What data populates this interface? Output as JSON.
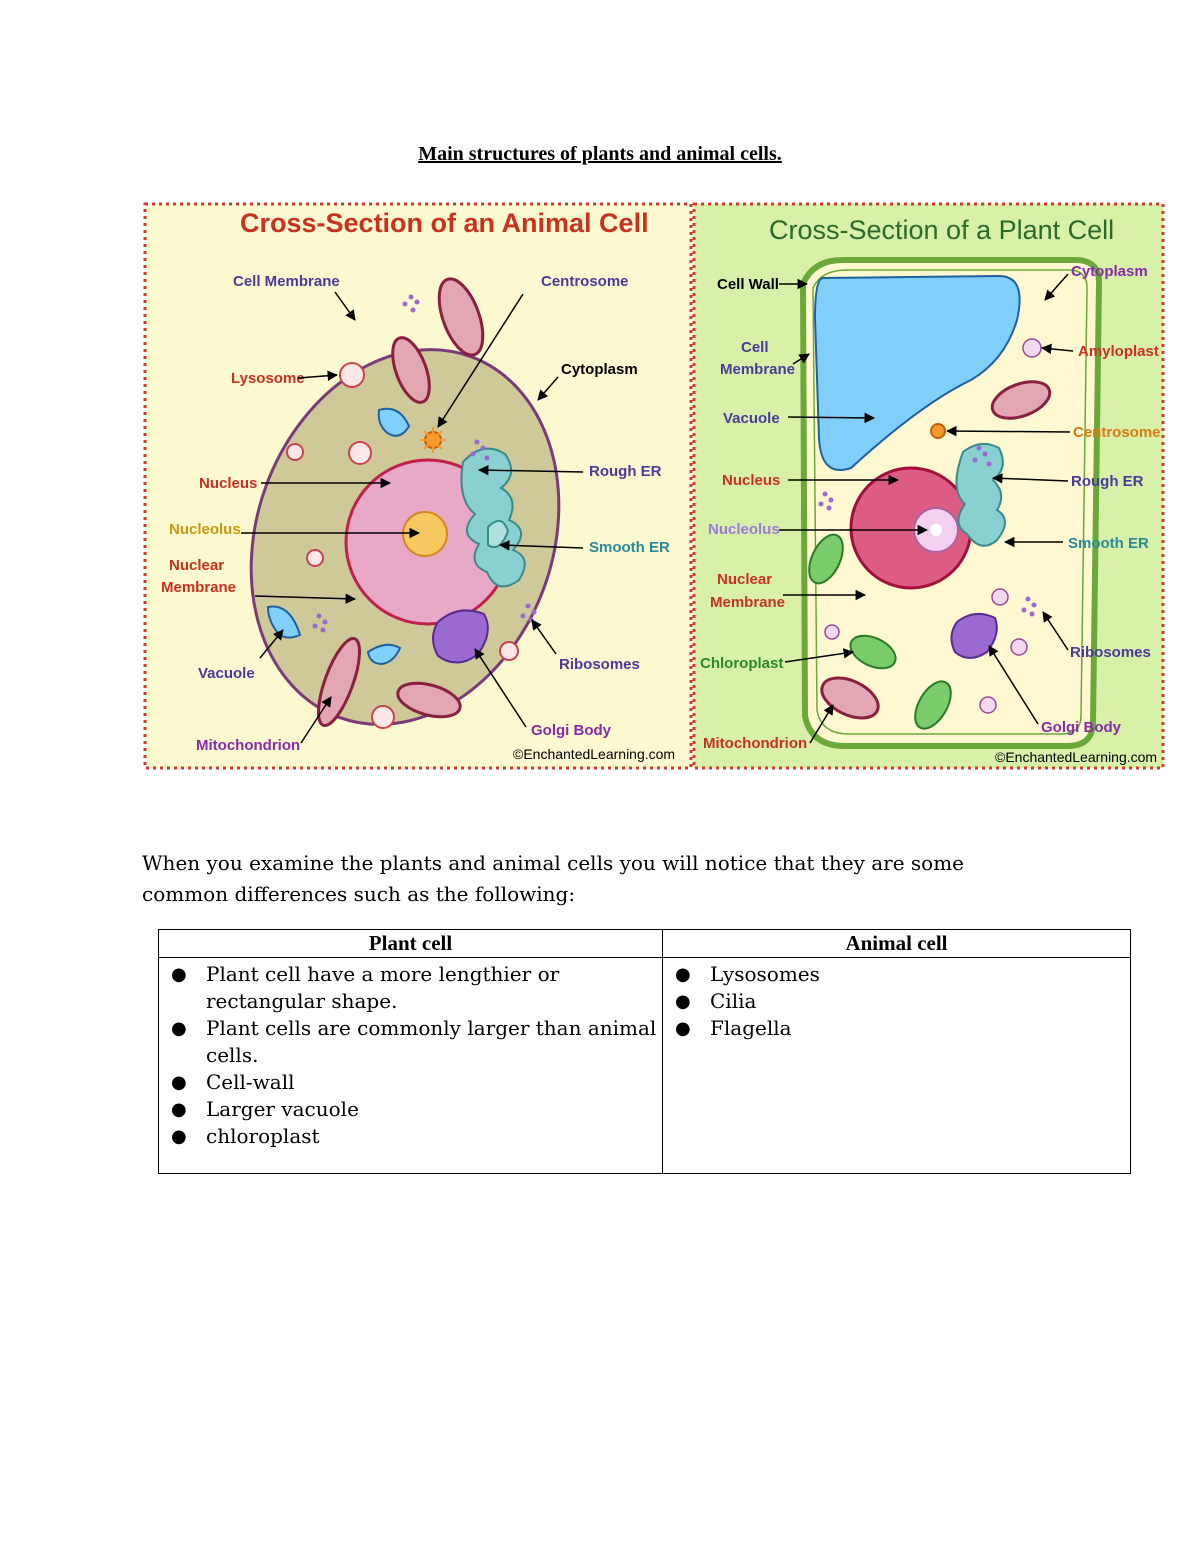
{
  "title": "Main structures of plants and animal cells.",
  "figure": {
    "animal": {
      "heading": "Cross-Section of an Animal Cell",
      "labels": {
        "cell_membrane": "Cell Membrane",
        "centrosome": "Centrosome",
        "lysosome": "Lysosome",
        "cytoplasm": "Cytoplasm",
        "nucleus": "Nucleus",
        "rough_er": "Rough ER",
        "nucleolus": "Nucleolus",
        "smooth_er": "Smooth ER",
        "nuclear": "Nuclear",
        "membrane": "Membrane",
        "vacuole": "Vacuole",
        "ribosomes": "Ribosomes",
        "golgi": "Golgi Body",
        "mitochondrion": "Mitochondrion",
        "credit": "©EnchantedLearning.com"
      }
    },
    "plant": {
      "heading": "Cross-Section of a Plant Cell",
      "labels": {
        "cell_wall": "Cell Wall",
        "cytoplasm": "Cytoplasm",
        "cell": "Cell",
        "membrane": "Membrane",
        "amyloplast": "Amyloplast",
        "vacuole": "Vacuole",
        "centrosome": "Centrosome",
        "nucleus": "Nucleus",
        "rough_er": "Rough ER",
        "nucleolus": "Nucleolus",
        "smooth_er": "Smooth ER",
        "nuclear": "Nuclear",
        "nuclear_membrane": "Membrane",
        "ribosomes": "Ribosomes",
        "chloroplast": "Chloroplast",
        "golgi": "Golgi Body",
        "mitochondrion": "Mitochondrion",
        "credit": "©EnchantedLearning.com"
      }
    }
  },
  "paragraph": "When you examine the plants and animal cells you will notice that they are some common differences such as the following:",
  "table": {
    "headers": [
      "Plant cell",
      "Animal cell"
    ],
    "plant_items": [
      "Plant cell have a more lengthier or rectangular shape.",
      "Plant cells are commonly larger than animal cells.",
      "Cell-wall",
      "Larger vacuole",
      "chloroplast"
    ],
    "animal_items": [
      "Lysosomes",
      "Cilia",
      "Flagella"
    ],
    "bullet": "●"
  },
  "colors": {
    "animal_bg": "#fcf8d0",
    "plant_bg": "#d8f0a8",
    "border_dots": "#d23a2a",
    "animal_cytoplasm": "#cfc99a",
    "nucleus": "#e8a8c8",
    "plant_nucleus": "#dc5c84",
    "vacuole": "#7fcffa"
  }
}
